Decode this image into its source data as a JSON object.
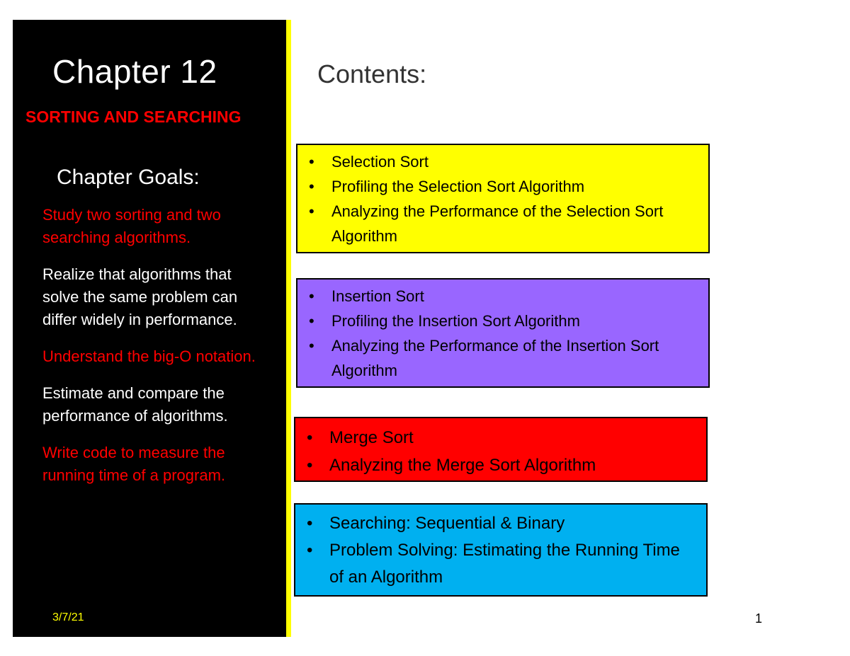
{
  "left_panel": {
    "chapter_title": "Chapter 12",
    "chapter_subtitle": "SORTING AND SEARCHING",
    "goals_heading": "Chapter Goals:",
    "goals": [
      {
        "text": "Study two sorting and two searching algorithms.",
        "color": "#ff0000"
      },
      {
        "text": "Realize that algorithms that solve the same problem can differ widely in performance.",
        "color": "#ffffff"
      },
      {
        "text": "Understand the big-O notation.",
        "color": "#ff0000"
      },
      {
        "text": "Estimate and compare the performance of algorithms.",
        "color": "#ffffff"
      },
      {
        "text": "Write code to measure the running time of a program.",
        "color": "#ff0000"
      }
    ]
  },
  "contents": {
    "heading": "Contents:",
    "bullet_glyph": "•",
    "boxes": [
      {
        "color": "#ffff00",
        "items": [
          "Selection Sort",
          "Profiling the Selection Sort Algorithm",
          "Analyzing the Performance of the Selection Sort Algorithm"
        ]
      },
      {
        "color": "#9966ff",
        "items": [
          "Insertion Sort",
          "Profiling the Insertion Sort Algorithm",
          "Analyzing the Performance of the Insertion Sort Algorithm"
        ]
      },
      {
        "color": "#ff0000",
        "items": [
          "Merge Sort",
          "Analyzing the Merge Sort Algorithm"
        ]
      },
      {
        "color": "#00b0f0",
        "items": [
          "Searching: Sequential & Binary",
          "Problem Solving: Estimating the Running Time of an Algorithm"
        ]
      }
    ]
  },
  "footer": {
    "date": "3/7/21",
    "page_number": "1"
  },
  "theme": {
    "panel_background": "#000000",
    "strip_color": "#ffff00"
  }
}
